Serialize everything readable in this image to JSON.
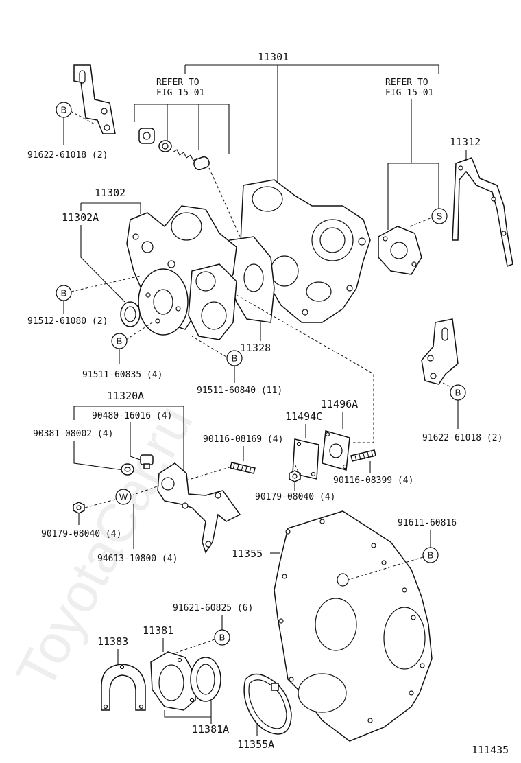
{
  "diagram": {
    "watermark": "ToyotaCar.ru",
    "figure_id": "111435",
    "refer_notes": [
      {
        "line1": "REFER TO",
        "line2": "FIG 15-01"
      },
      {
        "line1": "REFER TO",
        "line2": "FIG 15-01"
      }
    ],
    "part_labels": [
      "11301",
      "11302",
      "11302A",
      "11312",
      "11328",
      "11320A",
      "11494C",
      "11496A",
      "11355",
      "11381",
      "11383",
      "11381A",
      "11355A"
    ],
    "fastener_labels": [
      "91622-61018 (2)",
      "91512-61080 (2)",
      "91511-60835 (4)",
      "91511-60840 (11)",
      "91622-61018 (2)",
      "90480-16016 (4)",
      "90381-08002 (4)",
      "90116-08169 (4)",
      "90116-08399 (4)",
      "90179-08040 (4)",
      "90179-08040 (4)",
      "94613-10800 (4)",
      "91611-60816",
      "91621-60825 (6)"
    ],
    "callouts": [
      "B",
      "B",
      "B",
      "B",
      "B",
      "B",
      "B",
      "W",
      "S"
    ]
  }
}
